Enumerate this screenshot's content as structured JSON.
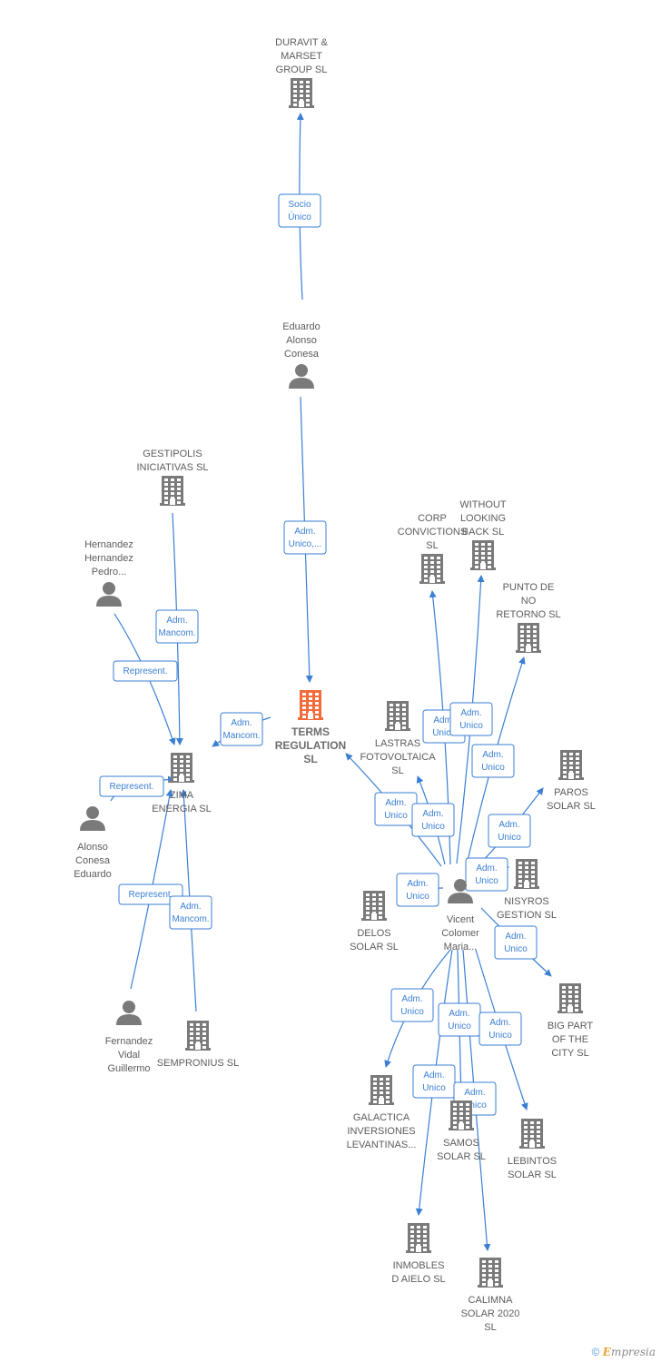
{
  "colors": {
    "edge": "#3a7fd4",
    "node": "#7a7a7a",
    "main": "#f26b3a"
  },
  "nodes": [
    {
      "id": "duravit",
      "kind": "company",
      "lines": [
        "DURAVIT &",
        "MARSET",
        "GROUP SL"
      ]
    },
    {
      "id": "eduardo",
      "kind": "person",
      "lines": [
        "Eduardo",
        "Alonso",
        "Conesa"
      ]
    },
    {
      "id": "terms",
      "kind": "company-main",
      "lines": [
        "TERMS",
        "REGULATION",
        "SL"
      ]
    },
    {
      "id": "gestipolis",
      "kind": "company",
      "lines": [
        "GESTIPOLIS",
        "INICIATIVAS SL"
      ]
    },
    {
      "id": "hernandez",
      "kind": "person",
      "lines": [
        "Hernandez",
        "Hernandez",
        "Pedro..."
      ]
    },
    {
      "id": "zima",
      "kind": "company",
      "lines": [
        "ZIMA",
        "ENERGIA SL"
      ]
    },
    {
      "id": "alonso",
      "kind": "person",
      "lines": [
        "Alonso",
        "Conesa",
        "Eduardo"
      ]
    },
    {
      "id": "fernandez",
      "kind": "person",
      "lines": [
        "Fernandez",
        "Vidal",
        "Guillermo"
      ]
    },
    {
      "id": "sempronius",
      "kind": "company",
      "lines": [
        "SEMPRONIUS SL"
      ]
    },
    {
      "id": "corp",
      "kind": "company",
      "lines": [
        "CORP",
        "CONVICTIONS",
        "SL"
      ]
    },
    {
      "id": "without",
      "kind": "company",
      "lines": [
        "WITHOUT",
        "LOOKING",
        "BACK SL"
      ]
    },
    {
      "id": "punto",
      "kind": "company",
      "lines": [
        "PUNTO DE",
        "NO",
        "RETORNO SL"
      ]
    },
    {
      "id": "lastras",
      "kind": "company",
      "lines": [
        "LASTRAS",
        "FOTOVOLTAICA",
        "SL"
      ]
    },
    {
      "id": "paros",
      "kind": "company",
      "lines": [
        "PAROS",
        "SOLAR  SL"
      ]
    },
    {
      "id": "vicent",
      "kind": "person",
      "lines": [
        "Vicent",
        "Colomer",
        "Maria..."
      ]
    },
    {
      "id": "nisyros",
      "kind": "company",
      "lines": [
        "NISYROS",
        "GESTION  SL"
      ]
    },
    {
      "id": "delos",
      "kind": "company",
      "lines": [
        "DELOS",
        "SOLAR  SL"
      ]
    },
    {
      "id": "bigpart",
      "kind": "company",
      "lines": [
        "BIG PART",
        "OF THE",
        "CITY  SL"
      ]
    },
    {
      "id": "galactica",
      "kind": "company",
      "lines": [
        "GALACTICA",
        "INVERSIONES",
        "LEVANTINAS..."
      ]
    },
    {
      "id": "samos",
      "kind": "company",
      "lines": [
        "SAMOS",
        "SOLAR  SL"
      ]
    },
    {
      "id": "lebintos",
      "kind": "company",
      "lines": [
        "LEBINTOS",
        "SOLAR  SL"
      ]
    },
    {
      "id": "inmobles",
      "kind": "company",
      "lines": [
        "INMOBLES",
        "D AIELO SL"
      ]
    },
    {
      "id": "calimna",
      "kind": "company",
      "lines": [
        "CALIMNA",
        "SOLAR 2020",
        "SL"
      ]
    }
  ],
  "edges": [
    {
      "from": "eduardo",
      "to": "duravit",
      "label": [
        "Socio",
        "Único"
      ]
    },
    {
      "from": "eduardo",
      "to": "terms",
      "label": [
        "Adm.",
        "Unico,..."
      ]
    },
    {
      "from": "terms",
      "to": "zima",
      "label": [
        "Adm.",
        "Mancom."
      ]
    },
    {
      "from": "gestipolis",
      "to": "zima",
      "label": [
        "Adm.",
        "Mancom."
      ]
    },
    {
      "from": "hernandez",
      "to": "zima",
      "label": [
        "Represent."
      ]
    },
    {
      "from": "alonso",
      "to": "zima",
      "label": [
        "Represent."
      ]
    },
    {
      "from": "fernandez",
      "to": "zima",
      "label": [
        "Represent."
      ]
    },
    {
      "from": "sempronius",
      "to": "zima",
      "label": [
        "Adm.",
        "Mancom."
      ]
    },
    {
      "from": "vicent",
      "to": "corp",
      "label": [
        "Adm.",
        "Unico"
      ]
    },
    {
      "from": "vicent",
      "to": "without",
      "label": [
        "Adm.",
        "Unico"
      ]
    },
    {
      "from": "vicent",
      "to": "punto",
      "label": [
        "Adm.",
        "Unico"
      ]
    },
    {
      "from": "vicent",
      "to": "terms",
      "label": [
        "Adm.",
        "Unico"
      ]
    },
    {
      "from": "vicent",
      "to": "lastras",
      "label": [
        "Adm.",
        "Unico"
      ]
    },
    {
      "from": "vicent",
      "to": "paros",
      "label": [
        "Adm.",
        "Unico"
      ]
    },
    {
      "from": "vicent",
      "to": "nisyros",
      "label": [
        "Adm.",
        "Unico"
      ]
    },
    {
      "from": "vicent",
      "to": "delos",
      "label": [
        "Adm.",
        "Unico"
      ]
    },
    {
      "from": "vicent",
      "to": "bigpart",
      "label": [
        "Adm.",
        "Unico"
      ]
    },
    {
      "from": "vicent",
      "to": "galactica",
      "label": [
        "Adm.",
        "Unico"
      ]
    },
    {
      "from": "vicent",
      "to": "samos",
      "label": [
        "Adm.",
        "Unico"
      ]
    },
    {
      "from": "vicent",
      "to": "lebintos",
      "label": [
        "Adm.",
        "Unico"
      ]
    },
    {
      "from": "vicent",
      "to": "inmobles",
      "label": [
        "Adm.",
        "Unico"
      ]
    },
    {
      "from": "vicent",
      "to": "calimna",
      "label": [
        "Adm.",
        "Unico"
      ]
    }
  ],
  "watermark": {
    "copyright": "©",
    "brand_initial": "E",
    "brand_rest": "mpresia"
  }
}
